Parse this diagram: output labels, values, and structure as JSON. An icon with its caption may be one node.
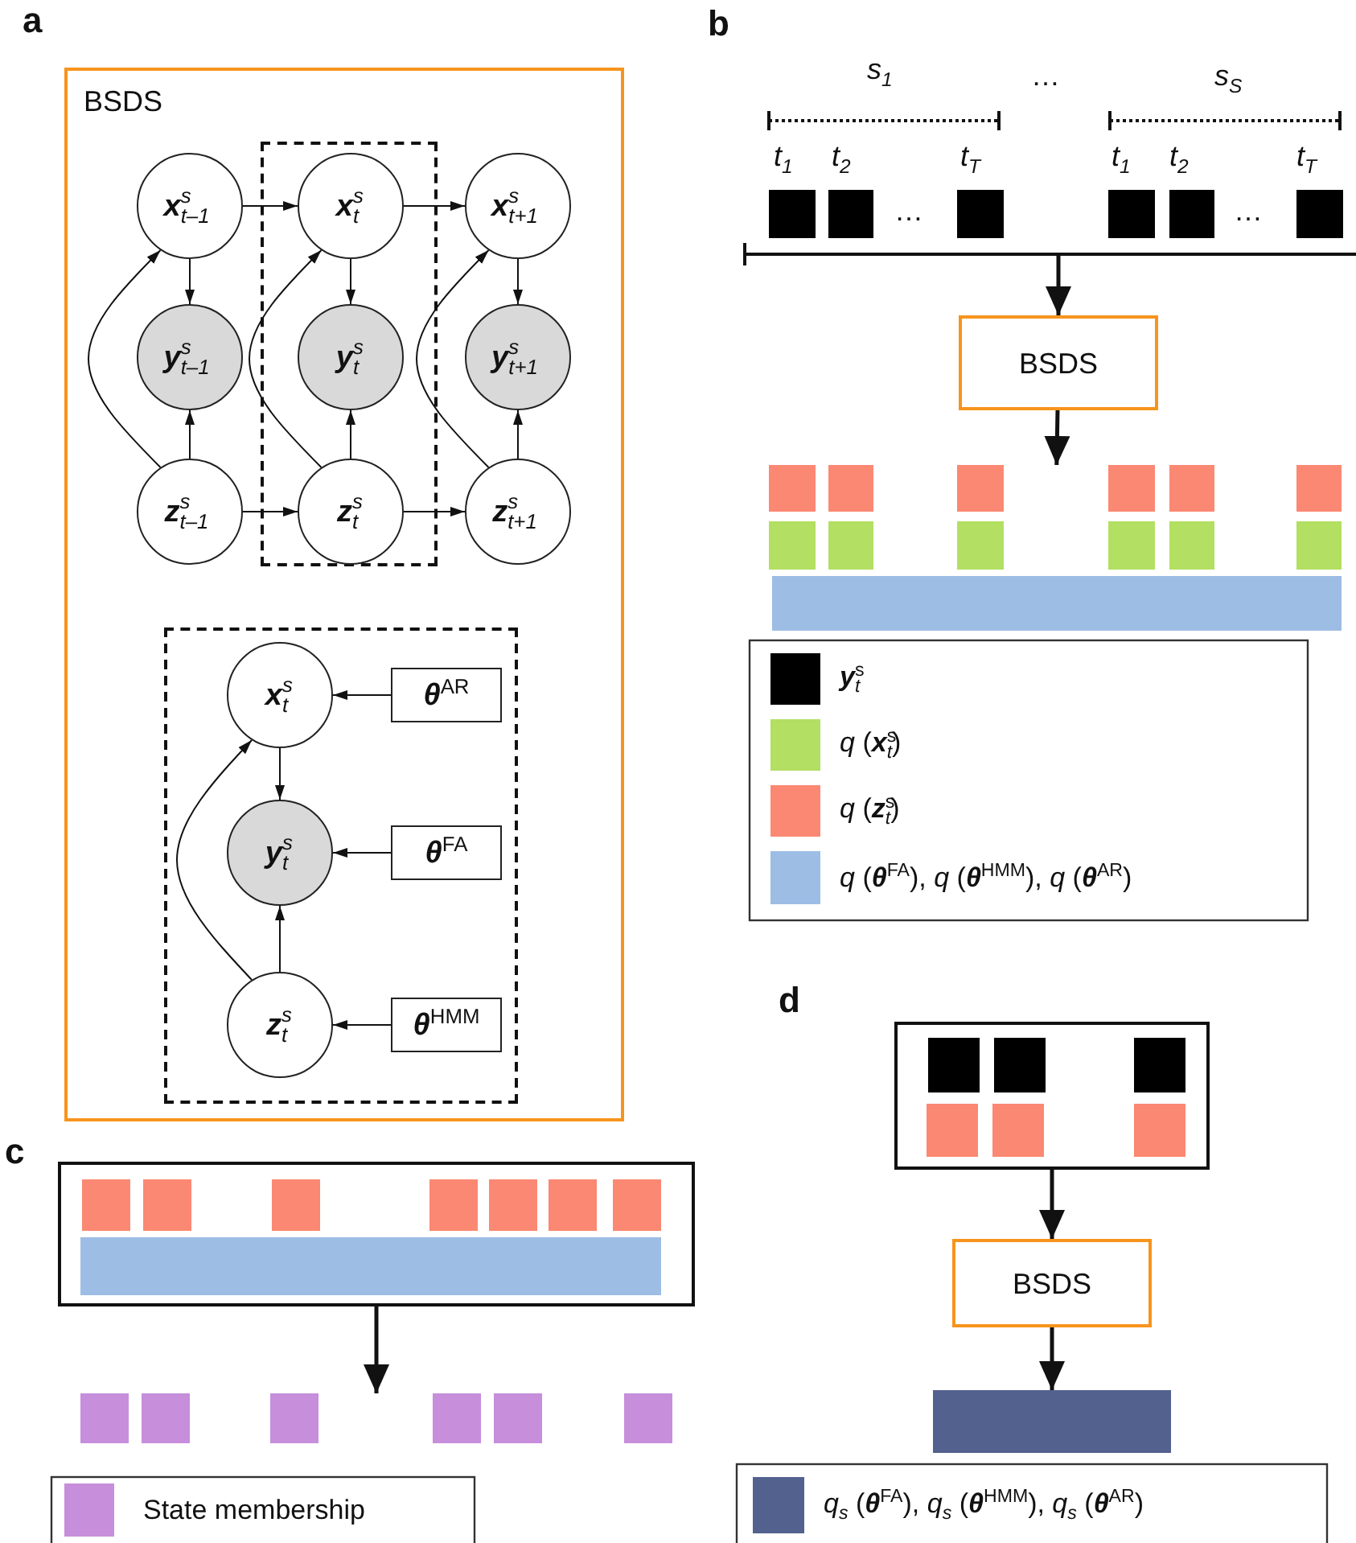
{
  "diagram": {
    "nodes": [
      {
        "text": [
          "BSDS"
        ]
      },
      {
        "text": [],
        "shape": "box",
        "in": 0
      },
      {
        "text": [
          "**x**$^{s}$$_{t–1}$"
        ],
        "in": 0
      },
      {
        "text": [
          "**x**$^{s}$$_{t}$"
        ],
        "in": 1
      },
      {
        "text": [
          "**x**$^{s}$$_{t+1}$"
        ],
        "in": 0
      },
      {
        "text": [
          "**y**$^{s}$$_{t–1}$"
        ],
        "in": 0
      },
      {
        "text": [
          "**y**$^{s}$$_{t}$"
        ],
        "in": 1
      },
      {
        "text": [
          "**y**$^{s}$$_{t+1}$"
        ],
        "in": 0
      },
      {
        "text": [
          "**z**$^{s}$$_{t–1}$"
        ],
        "in": 0
      },
      {
        "text": [
          "**z**$^{s}$$_{t}$"
        ],
        "in": 1
      },
      {
        "text": [
          "**z**$^{s}$$_{t+1}$"
        ],
        "in": 0
      },
      {
        "text": [],
        "shape": "box",
        "in": 0
      },
      {
        "text": [
          "**x**$^{s}$$_{t}$"
        ],
        "in": 11
      },
      {
        "text": [
          "**θ**$^{AR}$"
        ],
        "in": 11
      },
      {
        "text": [
          "**y**$^{s}$$_{t}$"
        ],
        "in": 11
      },
      {
        "text": [
          "**θ**$^{FA}$"
        ],
        "in": 11
      },
      {
        "text": [
          "**z**$^{s}$$_{t}$"
        ],
        "in": 11
      },
      {
        "text": [
          "**θ**$^{HMM}$"
        ],
        "in": 11
      },
      {
        "text": [
          "BSDS"
        ]
      },
      {
        "text": [],
        "shape": "box"
      },
      {
        "text": [],
        "shape": "box"
      },
      {
        "text": [
          "BSDS"
        ]
      },
      {
        "text": [],
        "shape": "bar"
      },
      {
        "text": [],
        "shape": "picture"
      },
      {
        "text": [],
        "shape": "picture"
      }
    ],
    "edges": [
      {
        "from": 2,
        "to": 3,
        "arrow": "to"
      },
      {
        "from": 3,
        "to": 4,
        "arrow": "to"
      },
      {
        "from": 2,
        "to": 5,
        "arrow": "to"
      },
      {
        "from": 3,
        "to": 6,
        "arrow": "to"
      },
      {
        "from": 4,
        "to": 7,
        "arrow": "to"
      },
      {
        "from": 8,
        "to": 5,
        "arrow": "to"
      },
      {
        "from": 9,
        "to": 6,
        "arrow": "to"
      },
      {
        "from": 10,
        "to": 7,
        "arrow": "to"
      },
      {
        "from": 8,
        "to": 9,
        "arrow": "to"
      },
      {
        "from": 9,
        "to": 10,
        "arrow": "to"
      },
      {
        "from": 8,
        "to": 2,
        "arrow": "to"
      },
      {
        "from": 9,
        "to": 3,
        "arrow": "to"
      },
      {
        "from": 10,
        "to": 4,
        "arrow": "to"
      },
      {
        "from": 13,
        "to": 12,
        "arrow": "to"
      },
      {
        "from": 12,
        "to": 14,
        "arrow": "to"
      },
      {
        "from": 15,
        "to": 14,
        "arrow": "to"
      },
      {
        "from": 16,
        "to": 14,
        "arrow": "to"
      },
      {
        "from": 17,
        "to": 16,
        "arrow": "to"
      },
      {
        "from": 16,
        "to": 12,
        "arrow": "to"
      },
      {
        "from": null,
        "to": 18,
        "arrow": "to",
        "style": "thick"
      },
      {
        "from": 18,
        "to": 23,
        "arrow": "to",
        "style": "thick"
      },
      {
        "from": 19,
        "to": 24,
        "arrow": "to",
        "style": "thick"
      },
      {
        "from": 20,
        "to": 21,
        "arrow": "to",
        "style": "thick"
      },
      {
        "from": 21,
        "to": 22,
        "arrow": "to",
        "style": "thick"
      }
    ],
    "labels": [
      "a",
      "b",
      "*s*$_{1}$",
      "…",
      "*s*$_{S}$",
      "*t*$_{1}$",
      "*t*$_{2}$",
      "*t*$_{T}$",
      "*t*$_{1}$",
      "*t*$_{2}$",
      "*t*$_{T}$",
      "…",
      "…",
      "c",
      "d"
    ],
    "legend": [
      {
        "text": "**y**$^{s}$$_{t}$",
        "color": "#000000"
      },
      {
        "text": "*q* (**x**$^{s}$$_{t}$)",
        "color": "#b3df62"
      },
      {
        "text": "*q* (**z**$^{s}$$_{t}$)",
        "color": "#fb8872"
      },
      {
        "text": "*q* (**θ**$^{FA}$), *q* (**θ**$^{HMM}$), *q* (**θ**$^{AR}$)",
        "color": "#9dbde4"
      },
      {
        "text": "State membership",
        "color": "#c68edb"
      },
      {
        "text": "*q*$_{s}$ (**θ**$^{FA}$), *q*$_{s}$ (**θ**$^{HMM}$), *q*$_{s}$ (**θ**$^{AR}$)",
        "color": "#53618f"
      }
    ]
  }
}
